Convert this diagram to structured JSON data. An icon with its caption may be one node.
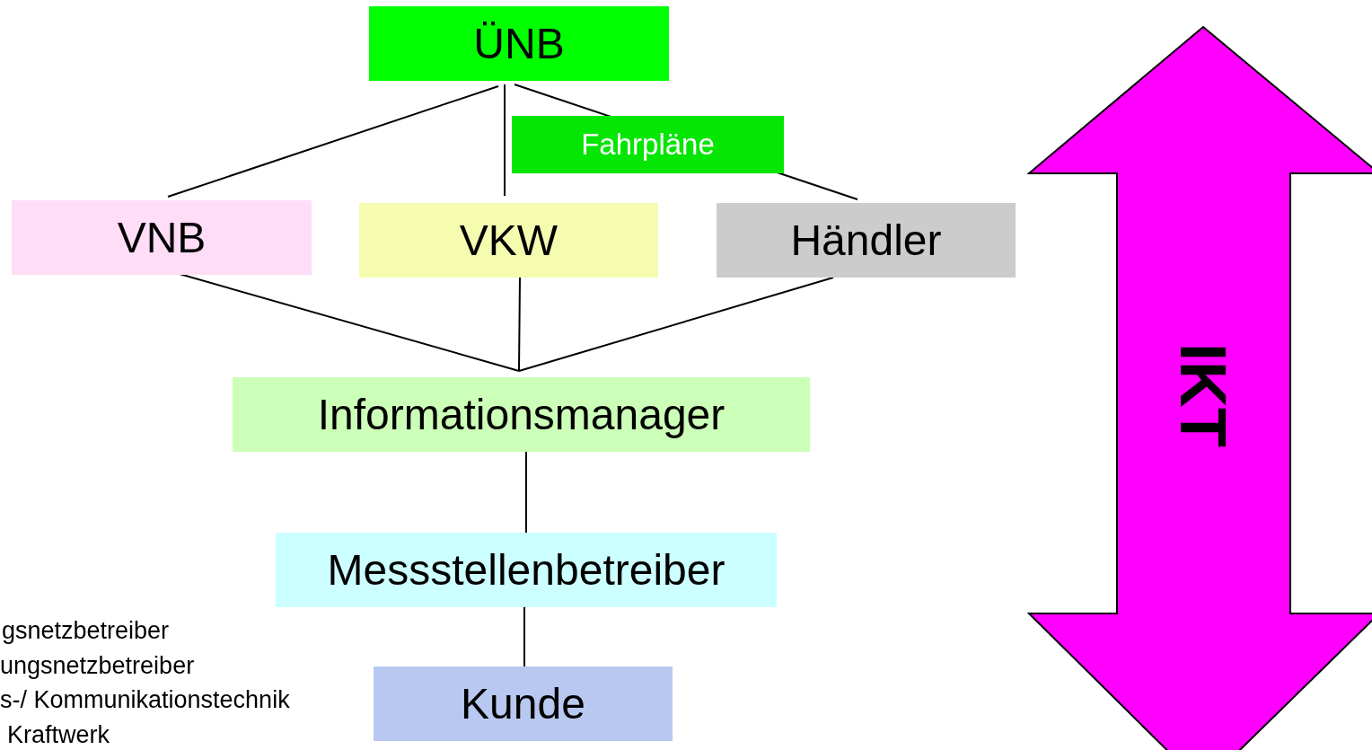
{
  "diagram": {
    "nodes": [
      {
        "text": [
          "ÜNB"
        ]
      },
      {
        "text": [
          "VNB"
        ]
      },
      {
        "text": [
          "VKW"
        ]
      },
      {
        "text": [
          "Händler"
        ]
      },
      {
        "text": [
          "Informationsmanager"
        ]
      },
      {
        "text": [
          "Messstellenbetreiber"
        ]
      },
      {
        "text": [
          "Kunde"
        ]
      },
      {
        "text": [
          "IKT"
        ]
      }
    ],
    "edges": [
      {
        "from": 0,
        "to": 1,
        "arrow": "none"
      },
      {
        "from": 0,
        "to": 2,
        "arrow": "none"
      },
      {
        "from": 0,
        "to": 3,
        "arrow": "none",
        "label": "Fahrpläne"
      },
      {
        "from": 1,
        "to": 4,
        "arrow": "none"
      },
      {
        "from": 2,
        "to": 4,
        "arrow": "none"
      },
      {
        "from": 3,
        "to": 4,
        "arrow": "none"
      },
      {
        "from": 4,
        "to": 5,
        "arrow": "none"
      },
      {
        "from": 5,
        "to": 6,
        "arrow": "none"
      }
    ],
    "labels": [
      "gsnetzbetreiber",
      "ungsnetzbetreiber",
      "s-/ Kommunikationstechnik",
      "Kraftwerk"
    ]
  }
}
